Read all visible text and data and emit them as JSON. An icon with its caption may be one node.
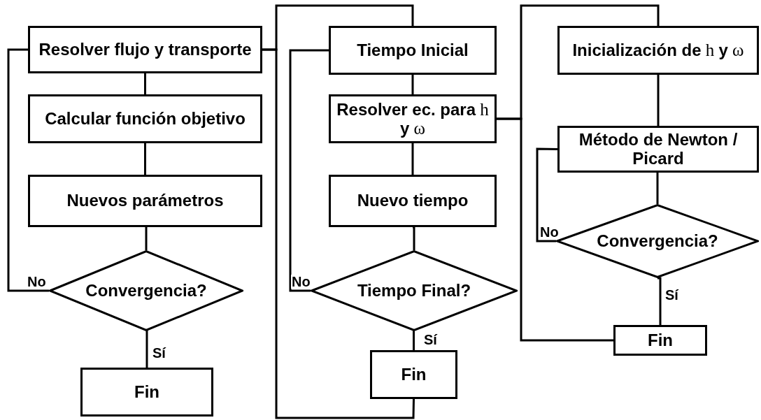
{
  "diagram": {
    "nodes": [
      {
        "text": [
          "Resolver flujo y transporte"
        ]
      },
      {
        "text": [
          "Calcular función objetivo"
        ]
      },
      {
        "text": [
          "Nuevos parámetros"
        ]
      },
      {
        "text": [
          "Convergencia?"
        ]
      },
      {
        "text": [
          "Fin"
        ]
      },
      {
        "text": [
          "Tiempo Inicial"
        ]
      },
      {
        "text": [
          "**Resolver ec. para** h **y** ω"
        ]
      },
      {
        "text": [
          "Nuevo tiempo"
        ]
      },
      {
        "text": [
          "Tiempo Final?"
        ]
      },
      {
        "text": [
          "Fin"
        ]
      },
      {
        "text": [
          "**Inicialización de** h **y** ω"
        ]
      },
      {
        "text": [
          "Método de Newton / Picard"
        ]
      },
      {
        "text": [
          "Convergencia?"
        ]
      },
      {
        "text": [
          "Fin"
        ]
      }
    ],
    "edges": [
      {
        "from": 0,
        "to": 1,
        "arrow": "none"
      },
      {
        "from": 1,
        "to": 2,
        "arrow": "none"
      },
      {
        "from": 2,
        "to": 3,
        "arrow": "none"
      },
      {
        "from": 3,
        "to": 4,
        "arrow": "none",
        "label": "Sí"
      },
      {
        "from": 3,
        "to": 0,
        "arrow": "none",
        "label": "No"
      },
      {
        "from": 0,
        "to": 5,
        "arrow": "none"
      },
      {
        "from": 9,
        "to": 0,
        "arrow": "none"
      },
      {
        "from": 5,
        "to": 6,
        "arrow": "none"
      },
      {
        "from": 6,
        "to": 7,
        "arrow": "none"
      },
      {
        "from": 7,
        "to": 8,
        "arrow": "none"
      },
      {
        "from": 8,
        "to": 9,
        "arrow": "none",
        "label": "Sí"
      },
      {
        "from": 8,
        "to": 5,
        "arrow": "none",
        "label": "No"
      },
      {
        "from": 6,
        "to": 10,
        "arrow": "none"
      },
      {
        "from": 13,
        "to": 6,
        "arrow": "none"
      },
      {
        "from": 10,
        "to": 11,
        "arrow": "none"
      },
      {
        "from": 11,
        "to": 12,
        "arrow": "none"
      },
      {
        "from": 12,
        "to": 13,
        "arrow": "none",
        "label": "Sí"
      },
      {
        "from": 12,
        "to": 11,
        "arrow": "none",
        "label": "No"
      }
    ]
  }
}
